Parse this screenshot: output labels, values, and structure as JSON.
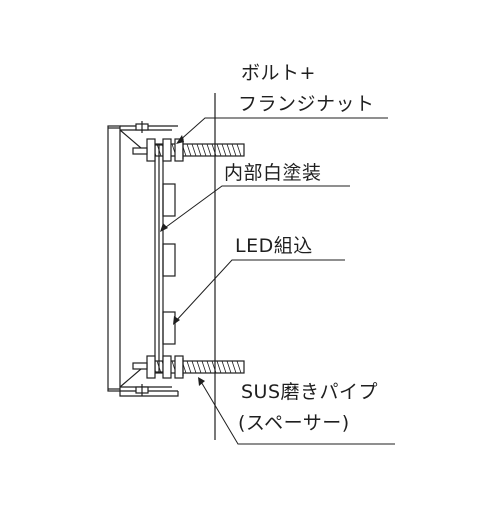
{
  "labels": {
    "bolt_line1": "ボルト+",
    "bolt_line2": "フランジナット",
    "interior": "内部白塗装",
    "led": "LED組込",
    "pipe_line1": "SUS磨きパイプ",
    "pipe_line2": "(スペーサー)"
  },
  "colors": {
    "line": "#1f1f1f",
    "fill": "#ffffff"
  }
}
